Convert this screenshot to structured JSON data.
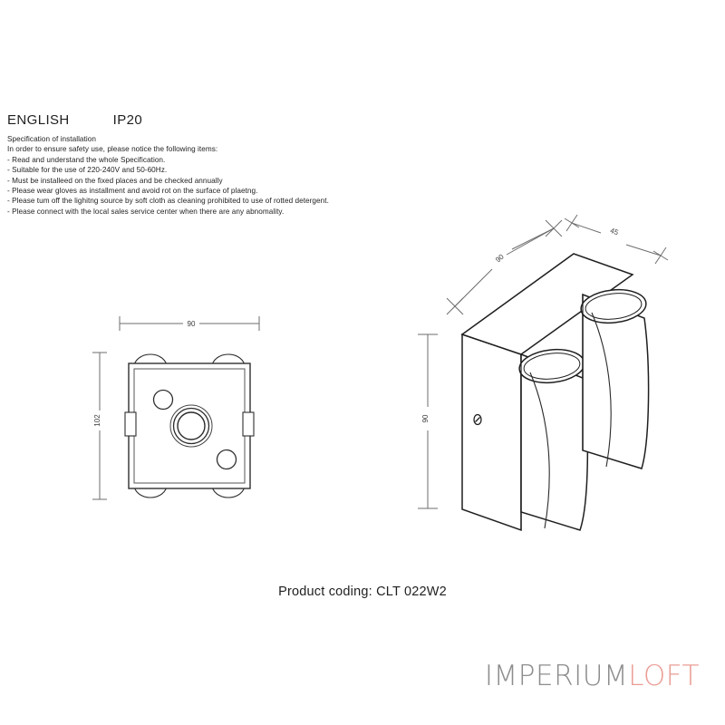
{
  "header": {
    "language": "ENGLISH",
    "ip_rating": "IP20"
  },
  "specification": {
    "title": "Specification of installation",
    "intro": "In order to ensure safety use, please notice the following items:",
    "items": [
      "- Read and understand the whole Specification.",
      "- Suitable for the use of 220-240V and 50-60Hz.",
      "- Must be installeed on the fixed places and be checked annually",
      "- Please wear gloves as installment and avoid rot on the surface of plaetng.",
      "- Please tum off the lighitng source by soft cloth as cleaning prohibited to use of rotted detergent.",
      "- Please connect with the local sales service center when there are any abnomality."
    ]
  },
  "drawings": {
    "front_view": {
      "name": "mounting-plate-front-view",
      "dimensions": {
        "width": "90",
        "height": "102"
      }
    },
    "iso_view": {
      "name": "wall-light-isometric-view",
      "dimensions": {
        "depth": "90",
        "width": "45",
        "height": "90"
      }
    }
  },
  "product": {
    "coding_label": "Product coding: CLT 022W2"
  },
  "logo": {
    "primary": "IMPERIUM",
    "accent": "LOFT",
    "primary_color": "#8d8d8d",
    "accent_color": "#ea9d95"
  }
}
